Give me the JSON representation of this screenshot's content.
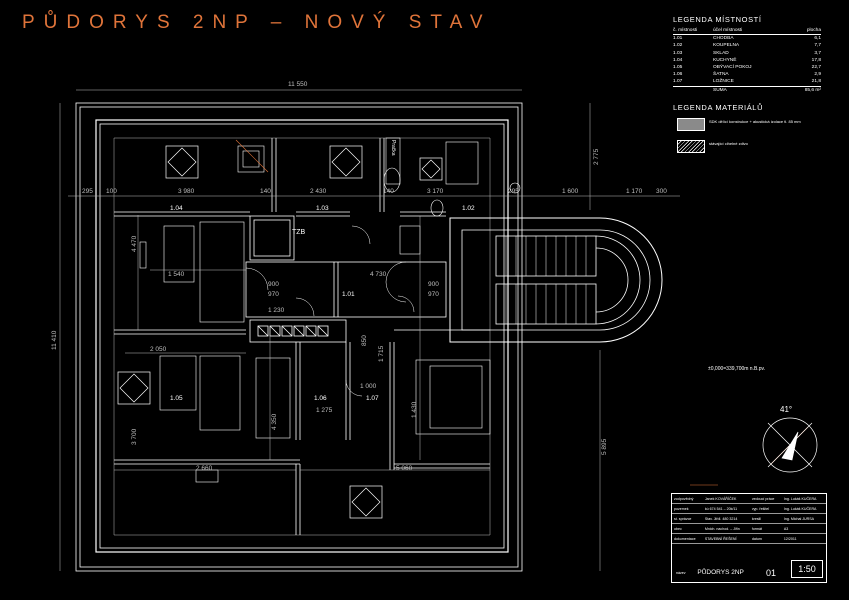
{
  "title": "PŮDORYS 2NP – NOVÝ STAV",
  "rooms_legend": {
    "heading": "LEGENDA MÍSTNOSTÍ",
    "col_no": "č. místnosti",
    "col_use": "účel místnosti",
    "col_area": "plocha",
    "rows": [
      {
        "no": "1.01",
        "use": "CHODBA",
        "area": "6,1"
      },
      {
        "no": "1.02",
        "use": "KOUPELNA",
        "area": "7,7"
      },
      {
        "no": "1.03",
        "use": "SKLAD",
        "area": "3,7"
      },
      {
        "no": "1.04",
        "use": "KUCHYNĚ",
        "area": "17,8"
      },
      {
        "no": "1.05",
        "use": "OBÝVACÍ POKOJ",
        "area": "22,7"
      },
      {
        "no": "1.06",
        "use": "ŠATNA",
        "area": "2,9"
      },
      {
        "no": "1.07",
        "use": "LOŽNICE",
        "area": "21,8"
      }
    ],
    "sum_label": "SUMA",
    "sum_value": "85,6 m²"
  },
  "materials_legend": {
    "heading": "LEGENDA MATERIÁLŮ",
    "items": [
      {
        "text": "SDK dělící konstrukce + akustická izolace tl. 85 mm",
        "swatch": "gray"
      },
      {
        "text": "stávající cihelné zdivo",
        "swatch": "hatch"
      }
    ]
  },
  "level_note": "±0,000=339,700m n.B.pv.",
  "north_angle": "41°",
  "title_block": {
    "rows": [
      [
        "zodpovědný",
        "Janek KOVÁŘÍČEK",
        "vedoucí práce",
        "Ing. Lukáš KUČERA"
      ],
      [
        "pozemek",
        "kú 674 541 – 20k/11",
        "vyp. řešitel",
        "Ing. Lukáš KUČERA"
      ],
      [
        "st. správce",
        "Stav. Jiřdl. 480 3214",
        "kreslil",
        "Ing. Michal JURSA"
      ],
      [
        "obec",
        "Mnich. nachod. – Jiřin",
        "formát",
        "A3"
      ],
      [
        "dokumentace",
        "STAVEBNÍ ŘEŠENÍ",
        "datum",
        "12/2011"
      ]
    ],
    "drawing_label": "název",
    "drawing_name": "PŮDORYS 2NP",
    "sheet_no": "01",
    "scale": "1:50"
  },
  "plan": {
    "room_labels": [
      "1.01",
      "1.02",
      "1.03",
      "1.04",
      "1.05",
      "1.06",
      "1.07"
    ],
    "dims": {
      "total_width": "11 550",
      "total_height": "11 410",
      "d_295_top": "295",
      "d_100_top": "100",
      "d_3980": "3 980",
      "d_140_a": "140",
      "d_2430": "2 430",
      "d_140_b": "140",
      "d_3170": "3 170",
      "d_295_b": "295",
      "d_1600": "1 600",
      "d_1170": "1 170",
      "d_300": "300",
      "d_2775": "2 775",
      "d_1540": "1 540",
      "d_4730": "4 730",
      "d_900_a": "900",
      "d_970_a": "970",
      "d_900_b": "900",
      "d_970_b": "970",
      "d_2050": "2 050",
      "d_2660": "2 660",
      "d_5060": "5 060",
      "d_5895": "5 895",
      "d_1275": "1 275",
      "d_1000": "1 000",
      "d_1715": "1 715",
      "d_850": "850",
      "d_1430": "1 430",
      "d_1230": "1 230",
      "d_4470": "4 470",
      "d_3700": "3 700",
      "d_4350": "4 350",
      "tzb": "TZB",
      "pracka": "Pračka"
    }
  },
  "colors": {
    "background": "#000000",
    "title": "#e0743a",
    "lines": "#ffffff",
    "dims": "#bfbfbf",
    "accent": "#e0743a"
  }
}
